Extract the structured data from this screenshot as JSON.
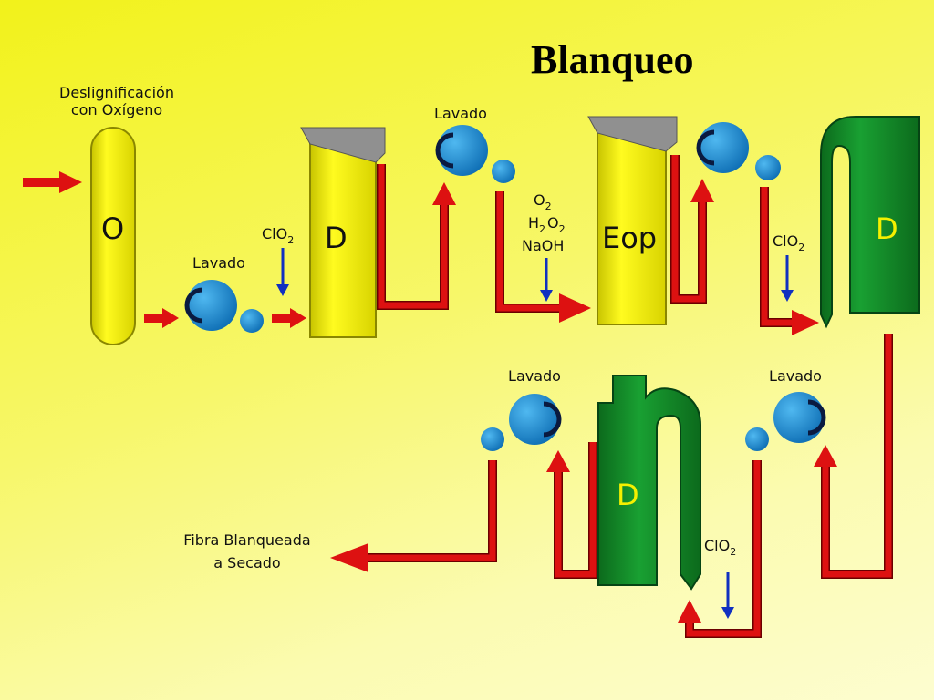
{
  "title": "Blanqueo",
  "labels": {
    "delig_line1": "Deslignificación",
    "delig_line2": "con Oxígeno",
    "lavado": "Lavado",
    "clo2_base": "ClO",
    "clo2_sub": "2",
    "o2_base": "O",
    "o2_sub": "2",
    "h2o2_h": "H",
    "h2o2_h_sub": "2",
    "h2o2_o": "O",
    "h2o2_o_sub": "2",
    "naoh": "NaOH",
    "fibra_line1": "Fibra Blanqueada",
    "fibra_line2": "a Secado"
  },
  "towers": {
    "oxygen": "O",
    "d1": "D",
    "eop": "Eop",
    "d2": "D",
    "d3": "D"
  },
  "colors": {
    "pipe_red": "#dd1111",
    "arrow_blue": "#1030c0",
    "tower_yellow": "#f5f000",
    "tower_green": "#128a28",
    "washer_blue": "#1a8ed8",
    "tower_cap_gray": "#909090"
  }
}
